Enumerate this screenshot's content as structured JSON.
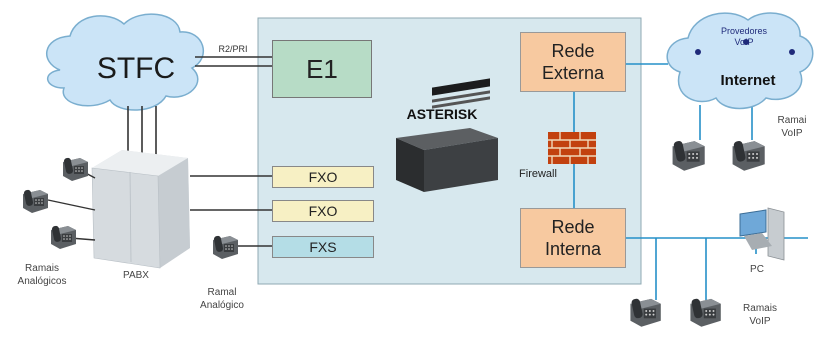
{
  "diagram": {
    "stfc": "STFC",
    "link": "R2/PRI",
    "e1": "E1",
    "fxo_1": "FXO",
    "fxo_2": "FXO",
    "fxs": "FXS",
    "asterisk": "ASTERISK",
    "firewall": "Firewall",
    "rede_externa": [
      "Rede",
      "Externa"
    ],
    "rede_interna": [
      "Rede",
      "Interna"
    ],
    "provedores": [
      "Provedores",
      "VoIP"
    ],
    "internet": "Internet",
    "ramais_voip_1": [
      "Ramai",
      "VoIP"
    ],
    "ramais_voip_2": [
      "Ramais",
      "VoIP"
    ],
    "pc": "PC",
    "pabx": "PABX",
    "ramais_analogicos": [
      "Ramais",
      "Analógicos"
    ],
    "ramal_analogico": [
      "Ramal",
      "Analógico"
    ]
  },
  "colors": {
    "main_box": "#d7e8ee",
    "e1": "#b7dcc6",
    "fxo": "#f7f0c4",
    "fxs": "#b4dde6",
    "rede": "#f7c9a0",
    "cloud": "#cbe4f7",
    "network_line": "#2590c8"
  },
  "icons": [
    "cloud-icon",
    "server-icon",
    "firewall-icon",
    "phone-icon",
    "pc-icon",
    "pabx-icon"
  ]
}
